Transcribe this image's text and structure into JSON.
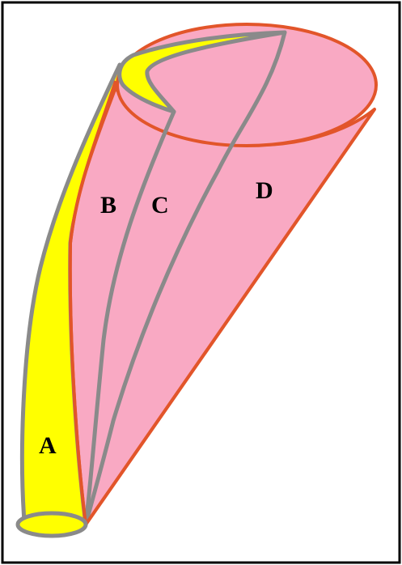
{
  "colors": {
    "frame": "#000000",
    "yellow_region": "#ffff00",
    "pink_region": "#f9a9c3",
    "outline_red": "#e2552a",
    "divider_gray": "#8a8a8a"
  },
  "labels": {
    "a": "A",
    "b": "B",
    "c": "C",
    "d": "D"
  }
}
